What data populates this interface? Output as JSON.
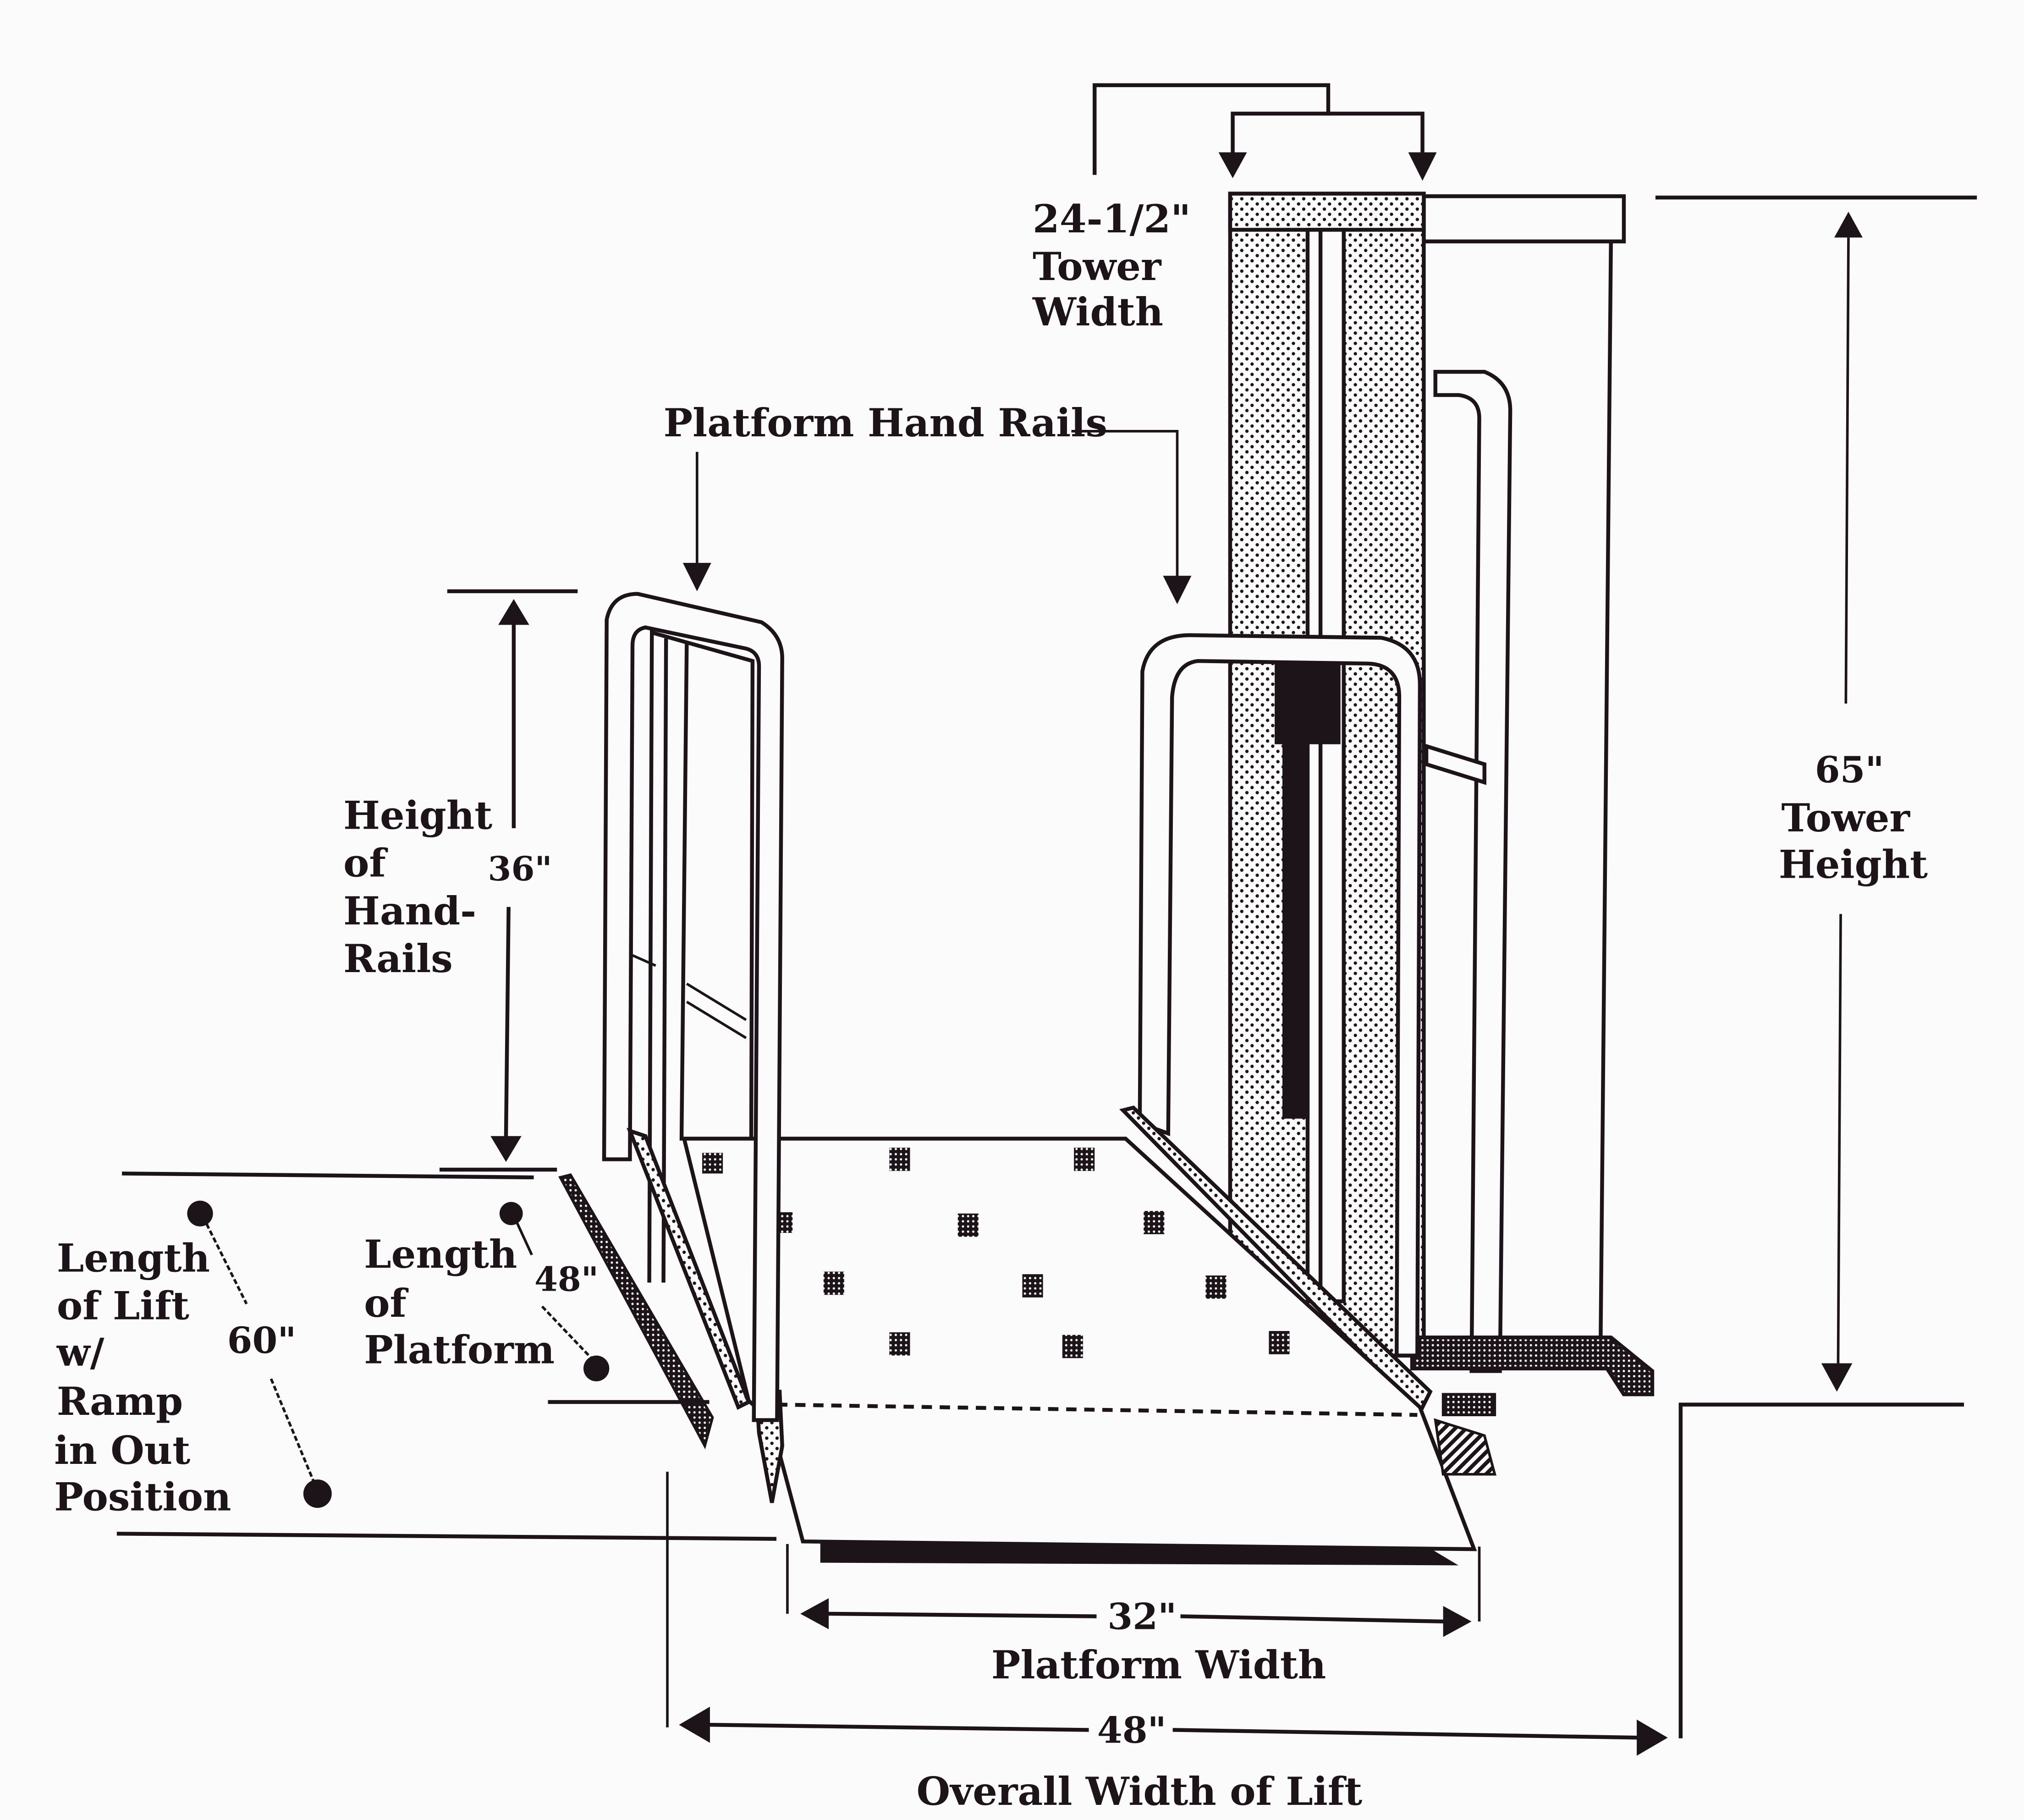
{
  "diagram": {
    "subject": "Vertical platform wheelchair lift dimensions",
    "labels": {
      "tower_width": {
        "value": "24-1/2\"",
        "line1": "Tower",
        "line2": "Width"
      },
      "platform_hand_rails": "Platform Hand Rails",
      "handrail_height": {
        "value": "36\"",
        "lines": [
          "Height",
          "of",
          "Hand-",
          "Rails"
        ]
      },
      "tower_height": {
        "value": "65\"",
        "line1": "Tower",
        "line2": "Height"
      },
      "lift_length": {
        "value": "60\"",
        "lines": [
          "Length",
          "of Lift",
          "w/",
          "Ramp",
          "in Out",
          "Position"
        ]
      },
      "platform_length": {
        "value": "48\"",
        "lines": [
          "Length",
          "of",
          "Platform"
        ]
      },
      "platform_width": {
        "value": "32\"",
        "caption": "Platform Width"
      },
      "overall_width": {
        "value": "48\"",
        "caption": "Overall Width of Lift"
      }
    },
    "colors": {
      "ink": "#1c1418",
      "paper": "#fbfbfb"
    }
  }
}
